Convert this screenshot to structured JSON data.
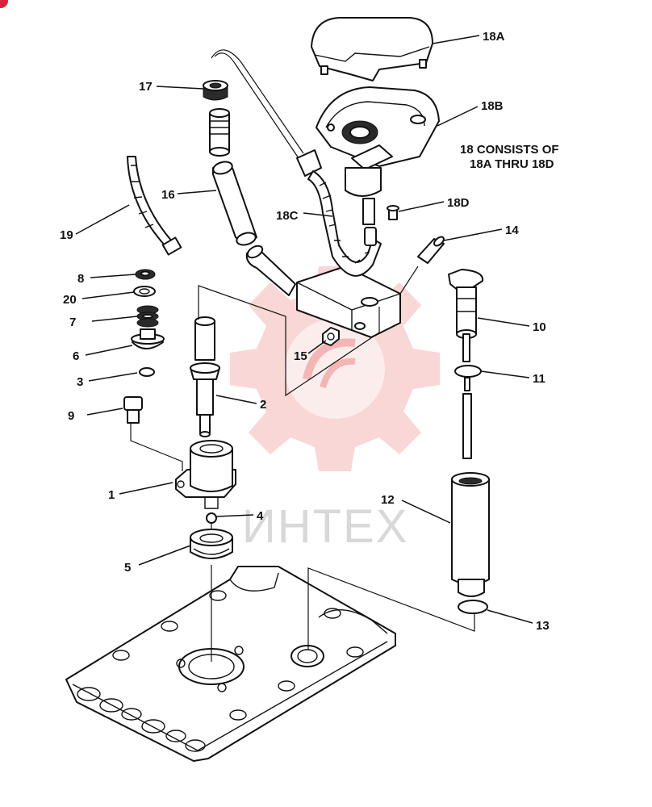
{
  "callouts": {
    "c1": "1",
    "c2": "2",
    "c3": "3",
    "c4": "4",
    "c5": "5",
    "c6": "6",
    "c7": "7",
    "c8": "8",
    "c9": "9",
    "c10": "10",
    "c11": "11",
    "c12": "12",
    "c13": "13",
    "c14": "14",
    "c15": "15",
    "c16": "16",
    "c17": "17",
    "c18a": "18A",
    "c18b": "18B",
    "c18c": "18C",
    "c18d": "18D",
    "c19": "19",
    "c20": "20"
  },
  "note": {
    "line1": "18 CONSISTS OF",
    "line2": "18A THRU 18D"
  },
  "watermark": {
    "text": "ИНТЕХ",
    "color": "#f2a8a8"
  }
}
